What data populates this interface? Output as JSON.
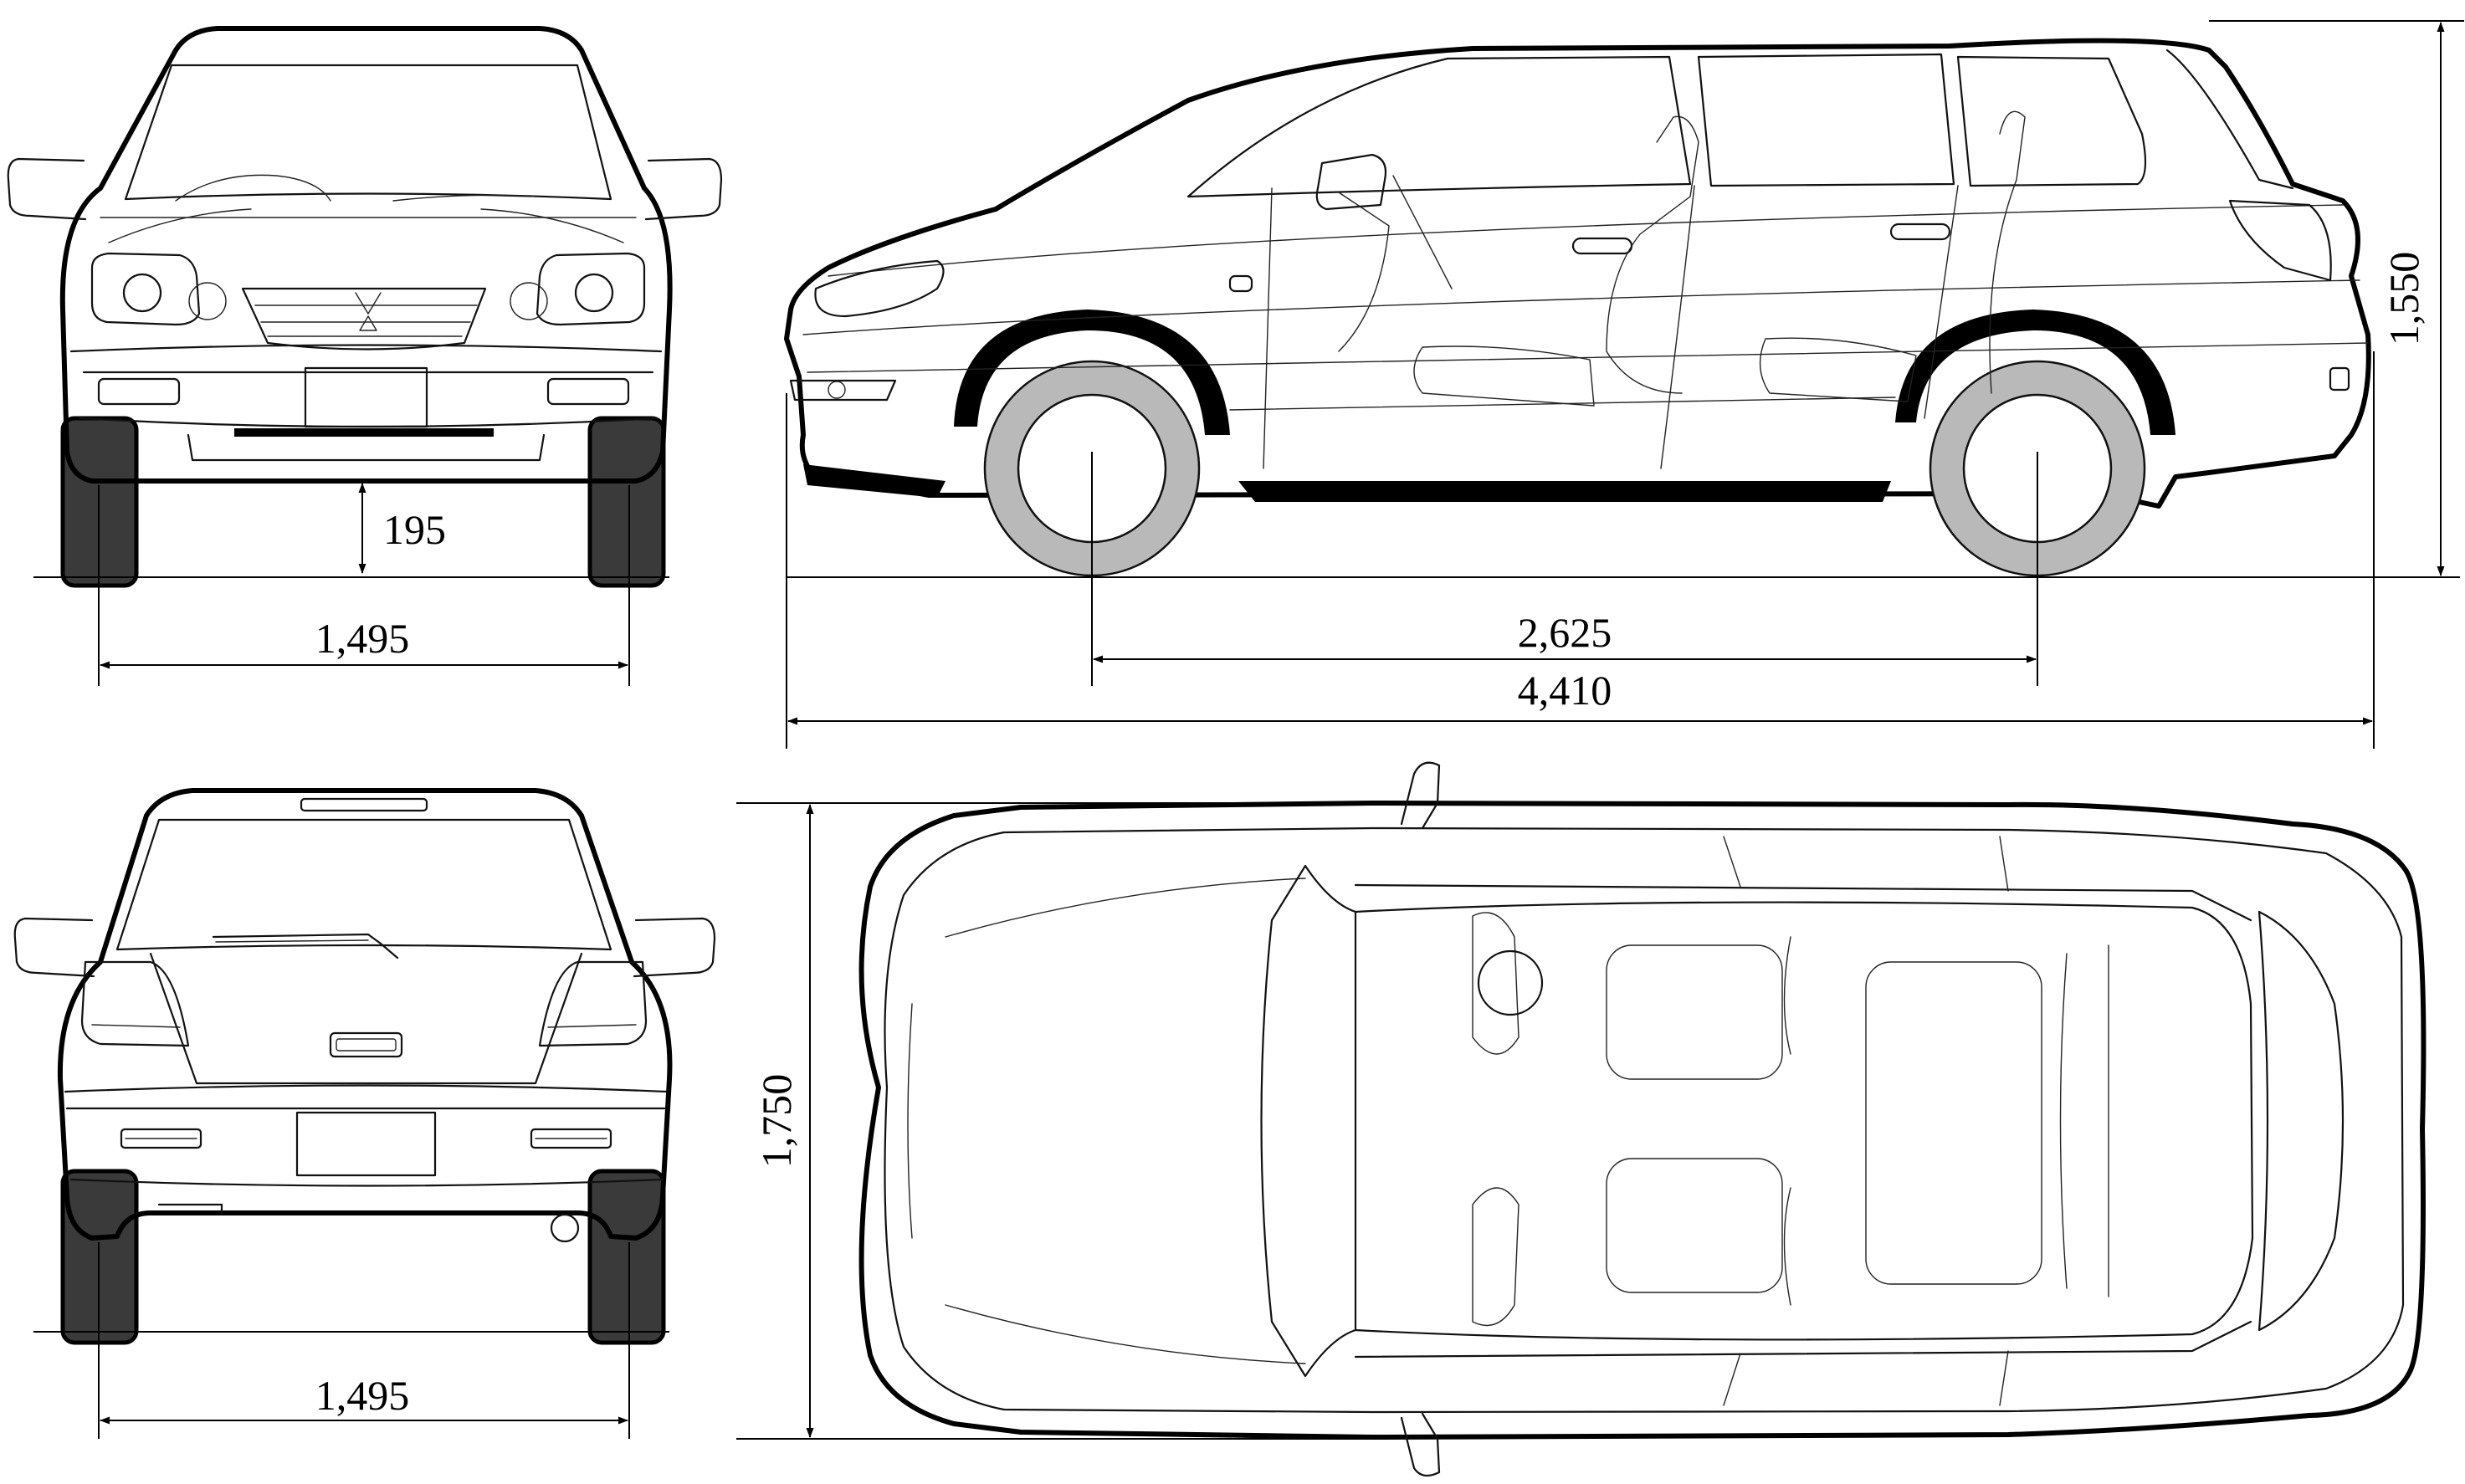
{
  "diagram": {
    "dimensions": {
      "ground_clearance": "195",
      "front_track": "1,495",
      "wheelbase": "2,625",
      "overall_length": "4,410",
      "overall_height": "1,550",
      "overall_width": "1,750",
      "rear_track": "1,495"
    },
    "colors": {
      "line": "#111111",
      "wheel_gray": "#b9b9b9",
      "background": "#ffffff"
    }
  }
}
